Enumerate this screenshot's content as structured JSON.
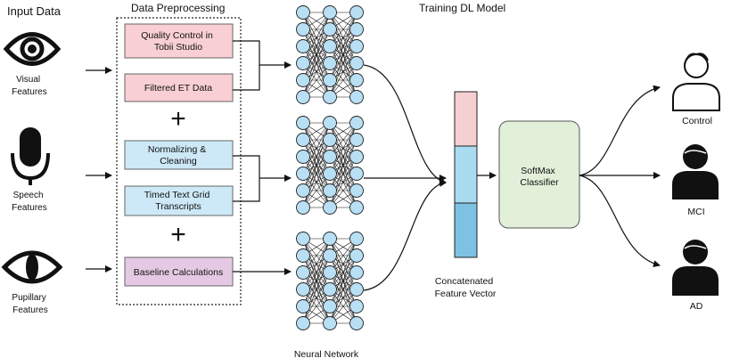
{
  "headers": {
    "input_data": "Input Data",
    "data_preprocessing": "Data Preprocessing",
    "training_model": "Training DL Model"
  },
  "inputs": {
    "visual": [
      "Visual",
      "Features"
    ],
    "speech": [
      "Speech",
      "Features"
    ],
    "pupillary": [
      "Pupillary",
      "Features"
    ]
  },
  "preprocessing": {
    "quality_control": [
      "Quality Control in",
      "Tobii Studio"
    ],
    "filtered_et": "Filtered ET Data",
    "normalizing": [
      "Normalizing &",
      "Cleaning"
    ],
    "timed_text": [
      "Timed Text Grid",
      "Transcripts"
    ],
    "baseline": "Baseline Calculations",
    "plus_symbol": "+"
  },
  "network_label": "Neural Network",
  "concat_label": [
    "Concatenated",
    "Feature Vector"
  ],
  "classifier": [
    "SoftMax",
    "Classifier"
  ],
  "outputs": {
    "control": "Control",
    "mci": "MCI",
    "ad": "AD"
  },
  "colors": {
    "pink_box": "#f8cfd2",
    "blue_box": "#cde9f7",
    "purple_box": "#e5c8e3",
    "classifier_box": "#e2efd9",
    "neuron": "#b8dff4",
    "vector_pink": "#f5cfd2",
    "vector_light_blue": "#a9dcf1",
    "vector_blue": "#7ec2e3"
  },
  "icons": {
    "visual": "eye-icon",
    "speech": "microphone-icon",
    "pupillary": "pupil-eye-icon",
    "control": "person-outline-icon",
    "mci": "person-filled-icon",
    "ad": "person-filled-icon"
  }
}
